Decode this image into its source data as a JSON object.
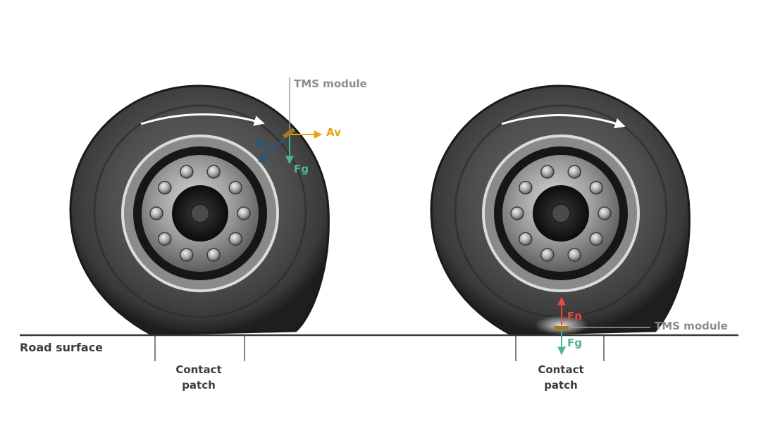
{
  "labels": {
    "road_surface": "Road surface",
    "contact_patch_line1": "Contact",
    "contact_patch_line2": "patch",
    "tms_module": "TMS module"
  },
  "forces": {
    "ac": "Ac",
    "av": "Av",
    "fg": "Fg",
    "fn": "Fn"
  },
  "colors": {
    "ac": "#1f5a86",
    "av": "#e8a317",
    "fg": "#4fb39a",
    "fn": "#e8493f",
    "tms_leader": "#9a9a9a",
    "road": "#3a3a3a"
  },
  "icons": {
    "rotation": "rotation-direction-arrow-icon",
    "module": "tms-module-marker-icon"
  }
}
